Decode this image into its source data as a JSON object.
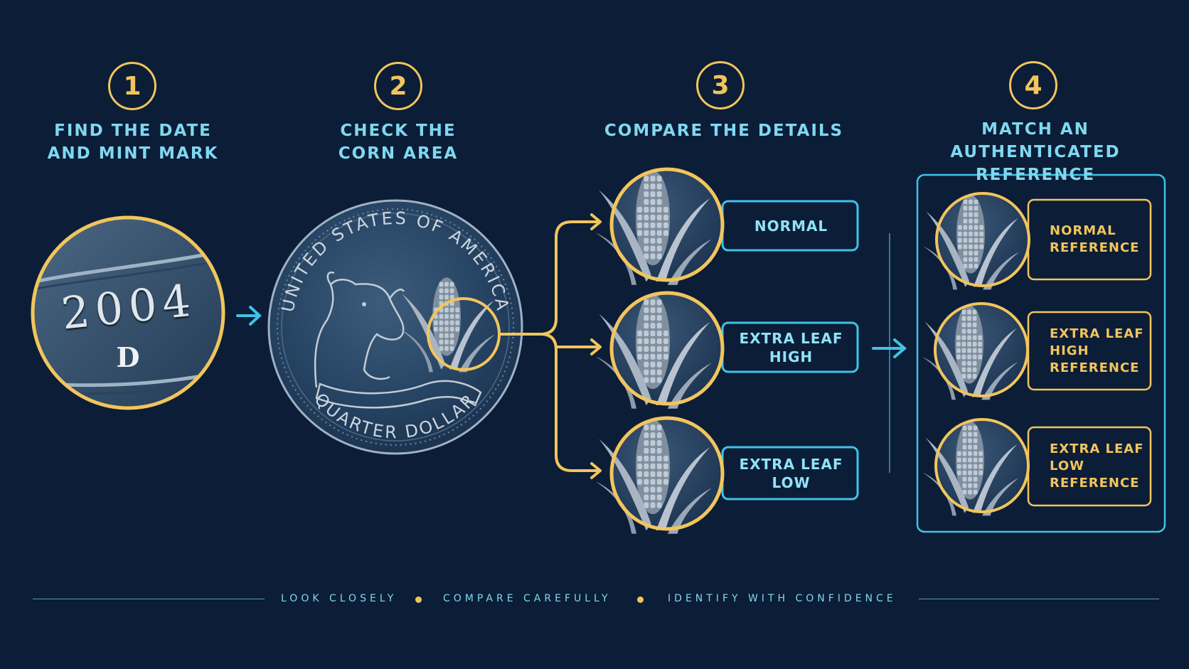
{
  "steps": [
    {
      "number": "1",
      "title": "FIND THE DATE\nAND MINT MARK"
    },
    {
      "number": "2",
      "title": "CHECK THE\nCORN AREA"
    },
    {
      "number": "3",
      "title": "COMPARE THE DETAILS"
    },
    {
      "number": "4",
      "title": "MATCH AN\nAUTHENTICATED REFERENCE"
    }
  ],
  "coin_detail": {
    "date": "2004",
    "mint_mark": "D"
  },
  "coin": {
    "top_legend": "UNITED STATES OF AMERICA",
    "bottom_legend": "QUARTER DOLLAR"
  },
  "options": [
    {
      "label": "NORMAL"
    },
    {
      "label": "EXTRA LEAF\nHIGH"
    },
    {
      "label": "EXTRA LEAF\nLOW"
    }
  ],
  "references": [
    {
      "label": "NORMAL\nREFERENCE"
    },
    {
      "label": "EXTRA LEAF\nHIGH\nREFERENCE"
    },
    {
      "label": "EXTRA LEAF\nLOW\nREFERENCE"
    }
  ],
  "footer": [
    "LOOK CLOSELY",
    "COMPARE CAREFULLY",
    "IDENTIFY WITH CONFIDENCE"
  ],
  "colors": {
    "background": "#0c1d37",
    "gold": "#f2c55c",
    "cyan": "#7fd8f0",
    "silver": "#c3ccd6"
  }
}
